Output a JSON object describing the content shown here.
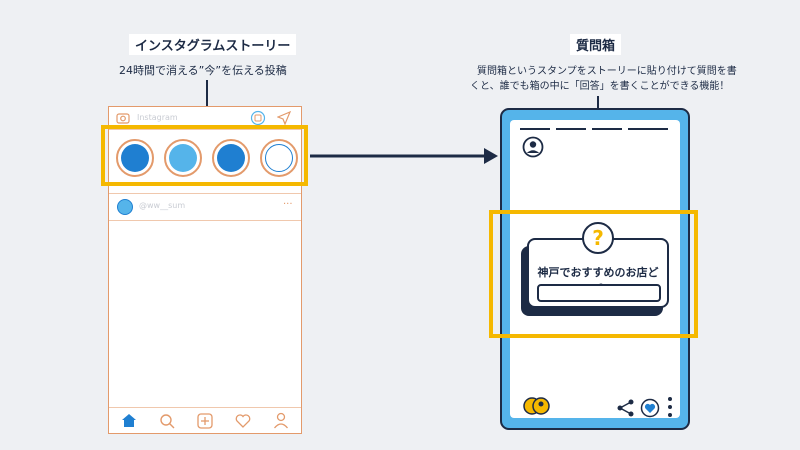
{
  "left": {
    "title": "インスタグラムストーリー",
    "description": "24時間で消える”今”を伝える投稿",
    "phone": {
      "header_text": "Instagram",
      "user_name": "@ww__sum"
    }
  },
  "right": {
    "title": "質問箱",
    "description_line1": "質問箱というスタンプをストーリーに貼り付けて質問を書",
    "description_line2": "くと、誰でも箱の中に「回答」を書くことができる機能！",
    "sticker": {
      "icon": "?",
      "question": "神戸でおすすめのお店どこ？"
    }
  },
  "colors": {
    "navy": "#1d2b45",
    "highlight": "#f5b800",
    "phone_blue": "#55b4ea",
    "accent_orange": "#e39a6b",
    "story_blue": "#1f7fd1",
    "background": "#eef0f3"
  }
}
